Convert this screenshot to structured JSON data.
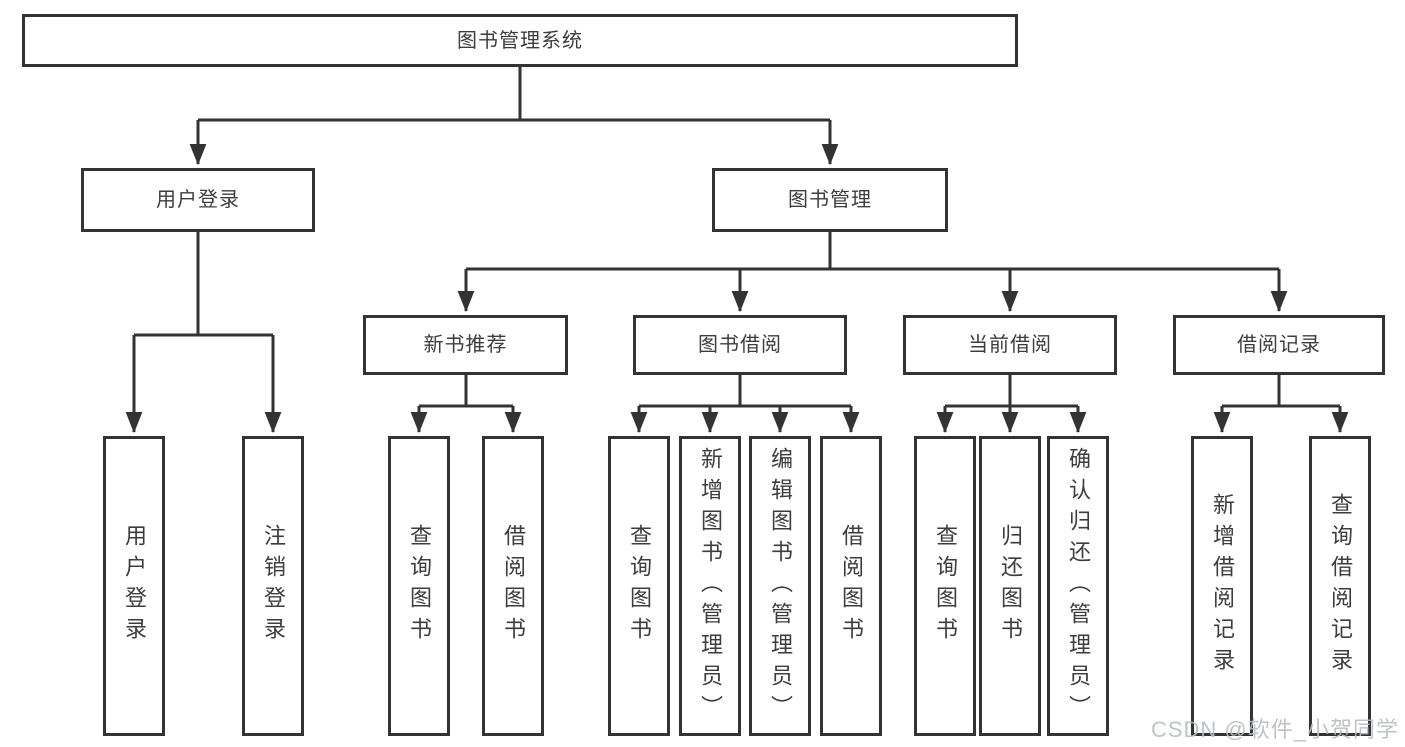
{
  "tree": {
    "root": "图书管理系统",
    "userLogin": {
      "label": "用户登录",
      "leaves": [
        "用户登录",
        "注销登录"
      ]
    },
    "bookManagement": {
      "label": "图书管理",
      "sections": [
        {
          "label": "新书推荐",
          "leaves": [
            "查询图书",
            "借阅图书"
          ]
        },
        {
          "label": "图书借阅",
          "leaves": [
            "查询图书",
            "新增图书（管理员）",
            "编辑图书（管理员）",
            "借阅图书"
          ]
        },
        {
          "label": "当前借阅",
          "leaves": [
            "查询图书",
            "归还图书",
            "确认归还（管理员）"
          ]
        },
        {
          "label": "借阅记录",
          "leaves": [
            "新增借阅记录",
            "查询借阅记录"
          ]
        }
      ]
    }
  },
  "watermark": "CSDN @软件_小贺同学",
  "colors": {
    "line": "#333333",
    "border": "#333333",
    "text": "#3d3d3d",
    "background": "#ffffff",
    "watermark": "#b9bcc2"
  }
}
